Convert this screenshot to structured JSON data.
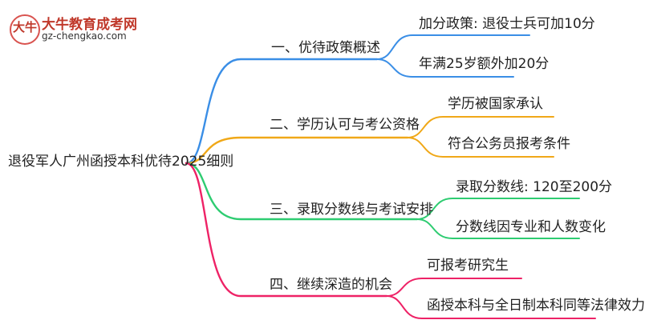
{
  "logo": {
    "title": "大牛教育成考网",
    "url": "gz-chengkao.com",
    "glyph": "大牛"
  },
  "root": "退役军人广州函授本科优待2025细则",
  "branches": [
    {
      "label": "一、优待政策概述",
      "color": "#3a8ee6",
      "children": [
        "加分政策: 退役士兵可加10分",
        "年满25岁额外加20分"
      ]
    },
    {
      "label": "二、学历认可与考公资格",
      "color": "#f0a818",
      "children": [
        "学历被国家承认",
        "符合公务员报考条件"
      ]
    },
    {
      "label": "三、录取分数线与考试安排",
      "color": "#2ecc71",
      "children": [
        "录取分数线: 120至200分",
        "分数线因专业和人数变化"
      ]
    },
    {
      "label": "四、继续深造的机会",
      "color": "#ee2266",
      "children": [
        "可报考研究生",
        "函授本科与全日制本科同等法律效力"
      ]
    }
  ]
}
